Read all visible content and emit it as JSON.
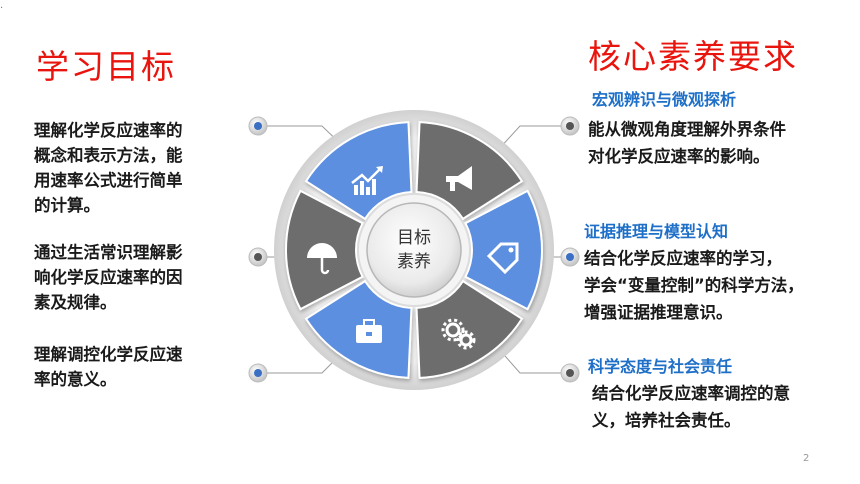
{
  "corner_mark": ".",
  "page_number": "2",
  "left": {
    "title": "学习目标",
    "goals": [
      {
        "lines": [
          "理解化学反应速率的",
          "概念和表示方法，能",
          "用速率公式进行简单",
          "的计算。"
        ]
      },
      {
        "lines": [
          "通过生活常识理解影",
          "响化学反应速率的因",
          "素及规律。"
        ]
      },
      {
        "lines": [
          "理解调控化学反应速",
          "率的意义。"
        ]
      }
    ]
  },
  "center": {
    "label_line1": "目标",
    "label_line2": "素养",
    "segment_icons": [
      "rising-chart-icon",
      "megaphone-icon",
      "tag-icon",
      "gears-icon",
      "briefcase-icon",
      "umbrella-icon"
    ],
    "colors": {
      "blue": "#5b8fe0",
      "gray": "#6d6d6d",
      "dot": "#3a6fc4"
    }
  },
  "right": {
    "title": "核心素养要求",
    "items": [
      {
        "heading": "宏观辨识与微观探析",
        "lines": [
          "能从微观角度理解外界条件",
          "对化学反应速率的影响。"
        ]
      },
      {
        "heading": "证据推理与模型认知",
        "lines": [
          "结合化学反应速率的学习，",
          "学会“变量控制”的科学方法，",
          "增强证据推理意识。"
        ]
      },
      {
        "heading": "科学态度与社会责任",
        "lines": [
          "结合化学反应速率调控的意",
          "义，培养社会责任。"
        ]
      }
    ]
  },
  "colors": {
    "title": "#e8140d",
    "heading": "#1e6fc8",
    "text": "#1a1a1a"
  }
}
